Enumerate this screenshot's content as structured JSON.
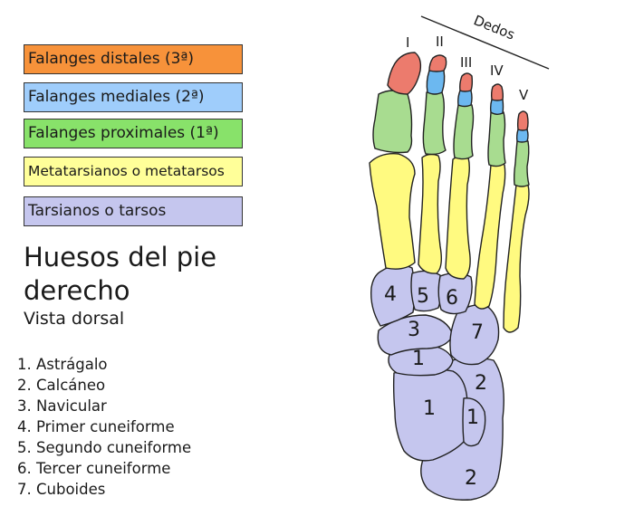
{
  "legend": {
    "distal": {
      "label": "Falanges distales (3ª)",
      "color": "#f7923a"
    },
    "medial": {
      "label": "Falanges mediales (2ª)",
      "color": "#9fcdfb"
    },
    "proximal": {
      "label": "Falanges proximales (1ª)",
      "color": "#88e26a"
    },
    "meta": {
      "label": "Metatarsianos o metatarsos",
      "color": "#ffff99"
    },
    "tarsal": {
      "label": "Tarsianos o tarsos",
      "color": "#c5c6ee"
    }
  },
  "title_line1": "Huesos del pie",
  "title_line2": "derecho",
  "subtitle": "Vista dorsal",
  "bones_list": [
    "1. Astrágalo",
    "2. Calcáneo",
    "3. Navicular",
    "4. Primer cuneiforme",
    "5. Segundo cuneiforme",
    "6. Tercer cuneiforme",
    "7. Cuboides"
  ],
  "toes_label": "Dedos",
  "toe_numerals": [
    "I",
    "II",
    "III",
    "IV",
    "V"
  ],
  "bone_numbers": {
    "cuneiform1": "4",
    "cuneiform2": "5",
    "cuneiform3": "6",
    "navicular": "3",
    "cuboid": "7",
    "talus_head": "1",
    "talus": "1",
    "calcaneus_upper": "2",
    "calcaneus_mid": "1",
    "calcaneus": "2"
  },
  "colors": {
    "distal": "#ec7b6d",
    "medial": "#6cb8f0",
    "proximal": "#a8dc90",
    "meta": "#fffa80",
    "tarsal": "#c5c6ee",
    "outline": "#222222"
  }
}
